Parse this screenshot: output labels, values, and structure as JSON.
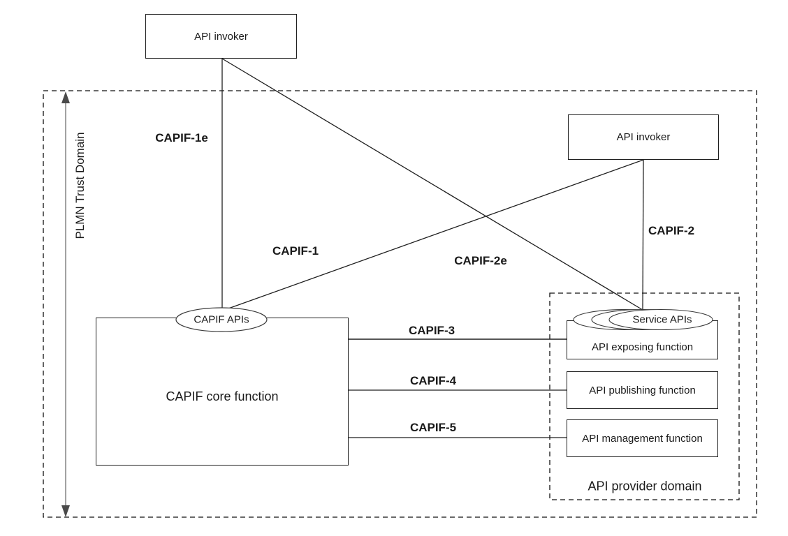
{
  "boxes": {
    "api_invoker_top": "API invoker",
    "api_invoker_right": "API invoker",
    "capif_core": "CAPIF core function",
    "api_exposing": "API exposing function",
    "api_publishing": "API publishing function",
    "api_management": "API management function"
  },
  "ellipses": {
    "capif_apis": "CAPIF APIs",
    "service_apis": "Service APIs"
  },
  "domains": {
    "plmn_trust": "PLMN Trust Domain",
    "api_provider": "API provider domain"
  },
  "connectors": {
    "capif_1e": "CAPIF-1e",
    "capif_1": "CAPIF-1",
    "capif_2e": "CAPIF-2e",
    "capif_2": "CAPIF-2",
    "capif_3": "CAPIF-3",
    "capif_4": "CAPIF-4",
    "capif_5": "CAPIF-5"
  },
  "colors": {
    "line": "#1f1f1f",
    "arrow_shaft": "#8a8a8a",
    "arrow_head": "#4a4a4a",
    "background": "#ffffff"
  }
}
